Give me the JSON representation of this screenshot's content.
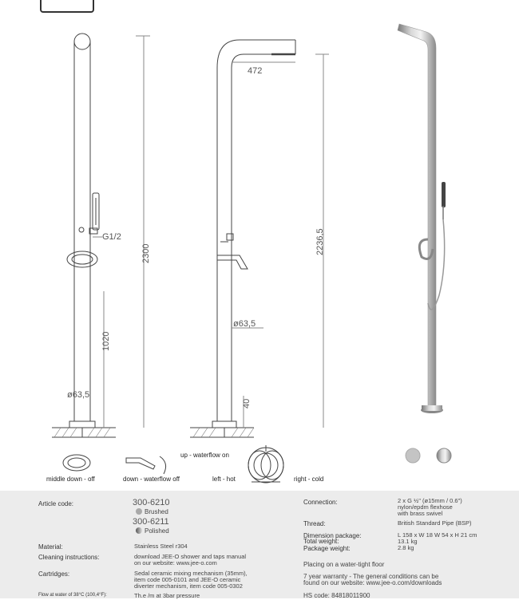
{
  "dimensions": {
    "width_top": "472",
    "height_total": "2300",
    "height_head": "2236,5",
    "mixer_height": "1020",
    "pipe_diameter_front": "ø63,5",
    "pipe_diameter_side": "ø63,5",
    "thread": "G1/2",
    "base_height": "40"
  },
  "handle_positions": {
    "middle_down": "middle down - off",
    "down_waterflow": "down - waterflow off",
    "up_waterflow": "up - waterflow on",
    "left_hot": "left - hot",
    "right_cold": "right - cold"
  },
  "spec": {
    "article_code_label": "Article code:",
    "codes": [
      {
        "code": "300-6210",
        "finish": "Brushed",
        "color": "#a9a9a9"
      },
      {
        "code": "300-6211",
        "finish": "Polished",
        "color": "#777777"
      }
    ],
    "material_label": "Material:",
    "material_value": "Stainless Steel r304",
    "cleaning_label": "Cleaning instructions:",
    "cleaning_value_1": "download JEE-O shower and taps manual",
    "cleaning_value_2": "on our website: www.jee-o.com",
    "cartridges_label": "Cartridges:",
    "cartridges_value_1": "Sedal ceramic mixing mechanism (35mm),",
    "cartridges_value_2": "item code 005-0101 and JEE-O ceramic",
    "cartridges_value_3": "diverter mechanism, item code 005-0302",
    "flow_label": "Flow at water of 38°C (100,4°F):",
    "flow_value": "Th.e /m at 3bar pressure",
    "connection_label": "Connection:",
    "connection_value_1": "2 x G ½\" (ø15mm / 0.6\")",
    "connection_value_2": "nylon/epdm flexhose",
    "connection_value_3": "with brass swivel",
    "thread_label": "Thread:",
    "thread_value": "British Standard Pipe (BSP)",
    "dim_package_label": "Dimension package:",
    "dim_package_value": "L 158 x W 18 W 54 x H 21 cm",
    "total_weight_label": "Total weight:",
    "total_weight_value": "13.1 kg",
    "package_weight_label": "Package weight:",
    "package_weight_value": "2.8 kg",
    "placing": "Placing on a water-tight floor",
    "warranty_1": "7 year warranty - The general conditions can be",
    "warranty_2": "found on our website: www.jee-o.com/downloads",
    "hs_code": "HS code: 84818011900"
  },
  "colors": {
    "steel_light": "#c8c8c8",
    "steel_dark": "#6a6a6a",
    "line": "#444444",
    "spec_bg": "#ececec"
  }
}
